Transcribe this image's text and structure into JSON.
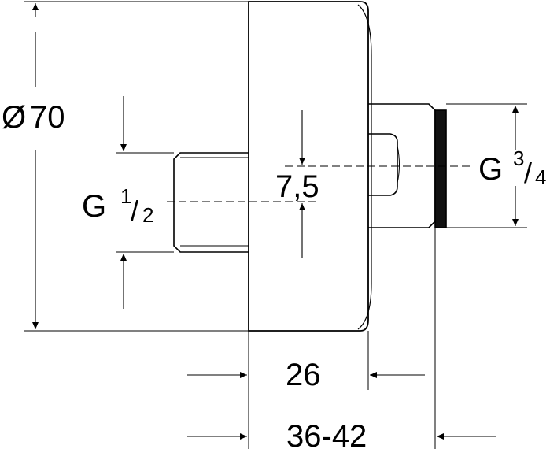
{
  "diagram": {
    "diameter": {
      "symbol": "Ø",
      "value": "70"
    },
    "inlet_thread": {
      "prefix": "G",
      "num": "1",
      "den": "2"
    },
    "outlet_thread": {
      "prefix": "G",
      "num": "3",
      "den": "4"
    },
    "offset_dim": "7,5",
    "body_depth_dim": "26",
    "overall_depth_dim": "36-42"
  }
}
